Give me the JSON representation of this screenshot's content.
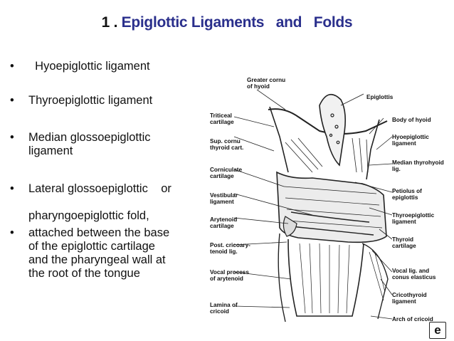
{
  "slide": {
    "title_number": "1 . ",
    "title_text": "Epiglottic Ligaments   and   Folds",
    "bullet_symbol": "•",
    "bullets": [
      "  Hyoepiglottic ligament",
      "Thyroepiglottic ligament",
      "Median glossoepiglottic\nligament",
      "Lateral glossoepiglottic    or\n\npharyngoepiglottic fold,",
      "attached between the base\nof the epiglottic cartilage\nand the pharyngeal wall at\nthe root of the tongue"
    ]
  },
  "figure": {
    "left_labels": [
      "Triticeal\ncartilage",
      "Sup. cornu\nthyroid cart.",
      "Corniculate\ncartilage",
      "Vestibular\nligament",
      "Arytenoid\ncartilage",
      "Post. cricoary-\ntenoid lig.",
      "Vocal process\nof arytenoid",
      "Lamina of\ncricoid"
    ],
    "top_label": "Greater cornu\nof hyoid",
    "right_labels": [
      "Epiglottis",
      "Body of hyoid",
      "Hyoepiglottic\nligament",
      "Median thyrohyoid\nlig.",
      "Petiolus of\nepiglottis",
      "Thyroepiglottic\nligament",
      "Thyroid\ncartilage",
      "Vocal lig. and\nconus elasticus",
      "Cricothyroid\nligament",
      "Arch of cricoid"
    ]
  },
  "logo": {
    "glyph": "e"
  }
}
